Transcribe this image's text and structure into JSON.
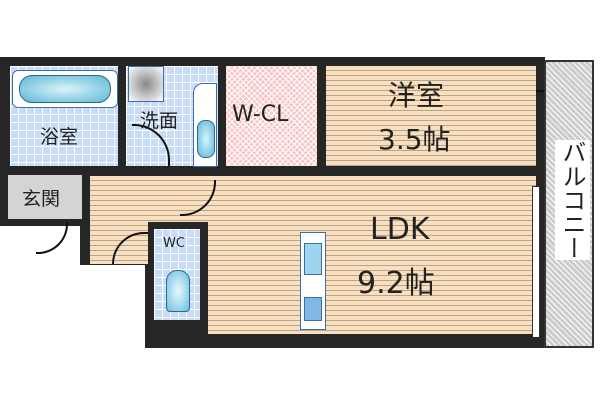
{
  "rooms": {
    "bath": "浴室",
    "washroom": "洗面",
    "closet": "W-CL",
    "western_room": "洋室",
    "western_room_size": "3.5帖",
    "entrance": "玄関",
    "toilet": "WC",
    "ldk": "LDK",
    "ldk_size": "9.2帖",
    "balcony": "バルコニー"
  }
}
